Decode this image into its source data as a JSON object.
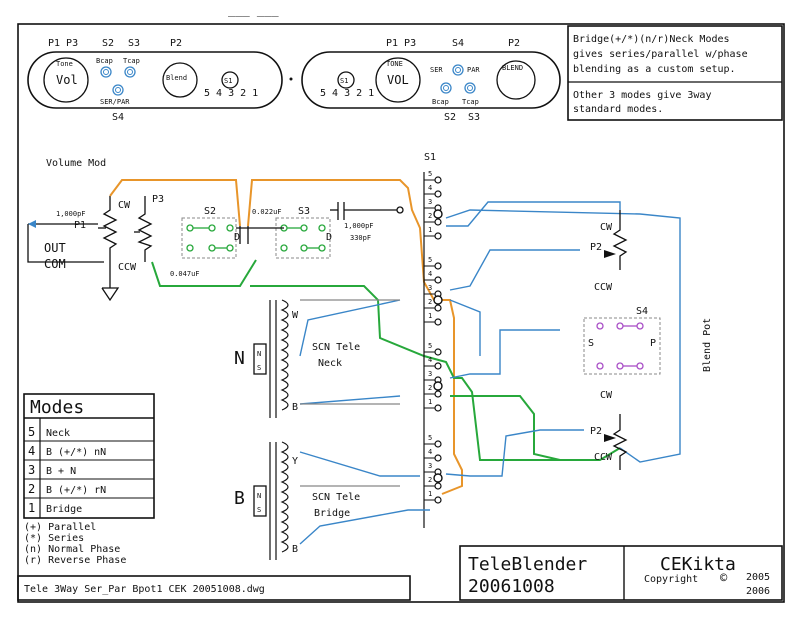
{
  "colors": {
    "ink": "#111111",
    "orange": "#e8952a",
    "green": "#27a83b",
    "blue": "#3a86c8",
    "purple": "#a94fc7",
    "gray": "#888888"
  },
  "top_marks": "___  ___",
  "note_box": {
    "line1": "Bridge(+/*)(n/r)Neck Modes",
    "line2": "gives series/parallel w/phase",
    "line3": "blending as a custom setup.",
    "line4": "Other 3 modes give 3way",
    "line5": "standard modes."
  },
  "control_plate_left": {
    "p1p3": "P1 P3",
    "s2": "S2",
    "s3": "S3",
    "p2": "P2",
    "bcap": "Bcap",
    "tcap": "Tcap",
    "ser_par": "SER/PAR",
    "s4": "S4",
    "tone": "Tone",
    "vol": "Vol",
    "blend": "Blend",
    "s1": "S1",
    "positions": "5 4 3 2 1"
  },
  "control_plate_right": {
    "p1p3": "P1 P3",
    "s4": "S4",
    "p2": "P2",
    "tone": "TONE",
    "vol": "VOL",
    "ser": "SER",
    "par": "PAR",
    "bcap": "Bcap",
    "tcap": "Tcap",
    "blend": "BLEND",
    "s2": "S2",
    "s3": "S3",
    "s1": "S1",
    "positions": "5 4 3 2 1"
  },
  "circuit": {
    "volume_mod": "Volume Mod",
    "cap_1000_left": "1,000pF",
    "p1": "P1",
    "cw": "CW",
    "p3": "P3",
    "ccw": "CCW",
    "out": "OUT",
    "com": "COM",
    "s2": "S2",
    "s3": "S3",
    "d": "D",
    "cap_022": "0.022uF",
    "cap_047": "0.047uF",
    "cap_1000_right": "1,000pF",
    "cap_330": "330pF",
    "s1": "S1",
    "w": "W",
    "b": "B",
    "y": "Y",
    "n": "N",
    "s": "S",
    "neck_pickup_line1": "SCN Tele",
    "neck_pickup_line2": "Neck",
    "bridge_pickup_line1": "SCN Tele",
    "bridge_pickup_line2": "Bridge",
    "pickup_n": "N",
    "pickup_b": "B",
    "p2": "P2",
    "s4": "S4",
    "p": "P",
    "blend_pot": "Blend Pot",
    "switch_positions": [
      "5",
      "4",
      "3",
      "2",
      "1"
    ]
  },
  "modes": {
    "title": "Modes",
    "items": [
      {
        "num": "5",
        "label": "Neck"
      },
      {
        "num": "4",
        "label": "B (+/*) nN"
      },
      {
        "num": "3",
        "label": "B + N"
      },
      {
        "num": "2",
        "label": "B (+/*) rN"
      },
      {
        "num": "1",
        "label": "Bridge"
      }
    ],
    "legend": [
      "(+) Parallel",
      "(*) Series",
      "(n) Normal Phase",
      "(r) Reverse Phase"
    ]
  },
  "title_block": {
    "name": "TeleBlender",
    "date": "20061008",
    "author": "CEKikta",
    "copyright": "Copyright",
    "copy_symbol": "©",
    "year1": "2005",
    "year2": "2006",
    "footer": "Tele 3Way Ser_Par Bpot1   CEK 20051008.dwg"
  }
}
